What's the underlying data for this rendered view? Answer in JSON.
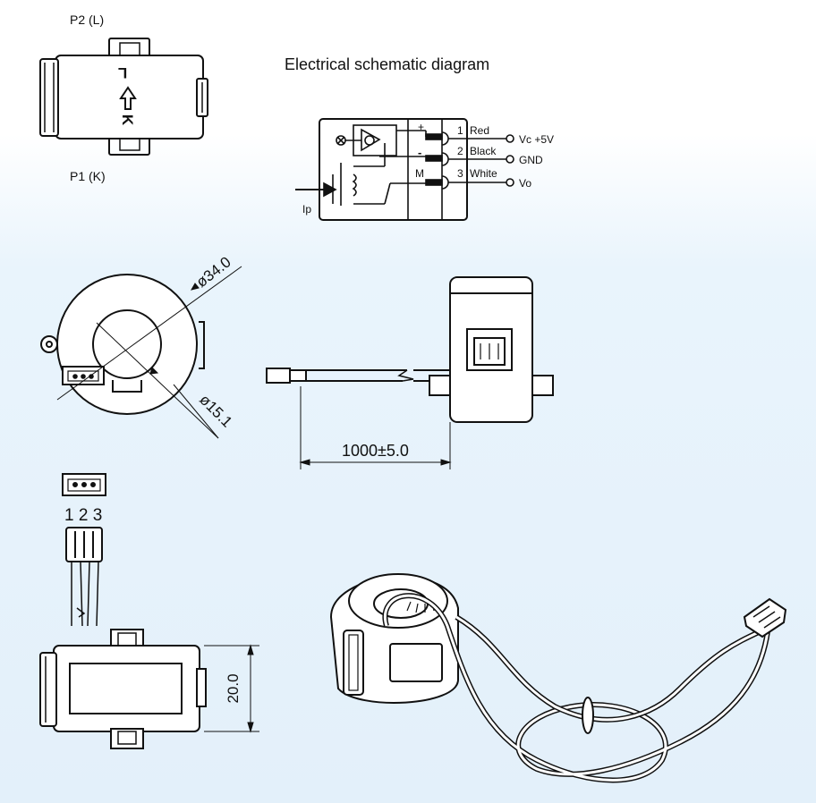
{
  "top_view": {
    "terminal_p2": "P2 (L)",
    "terminal_p1": "P1 (K)",
    "mark_l": "L",
    "mark_k": "K"
  },
  "schematic": {
    "title": "Electrical schematic diagram",
    "pin_plus": "+",
    "pin_minus": "-",
    "pin_m": "M",
    "input_label": "Ip",
    "pins": [
      {
        "num": "1",
        "wire": "Red",
        "signal": "Vc  +5V"
      },
      {
        "num": "2",
        "wire": "Black",
        "signal": "GND"
      },
      {
        "num": "3",
        "wire": "White",
        "signal": "Vo"
      }
    ]
  },
  "dimensions": {
    "outer_diameter": "ø34.0",
    "inner_diameter": "ø15.1",
    "cable_length": "1000±5.0",
    "height": "20.0"
  },
  "connector": {
    "pin_numbers": "1 2 3"
  }
}
